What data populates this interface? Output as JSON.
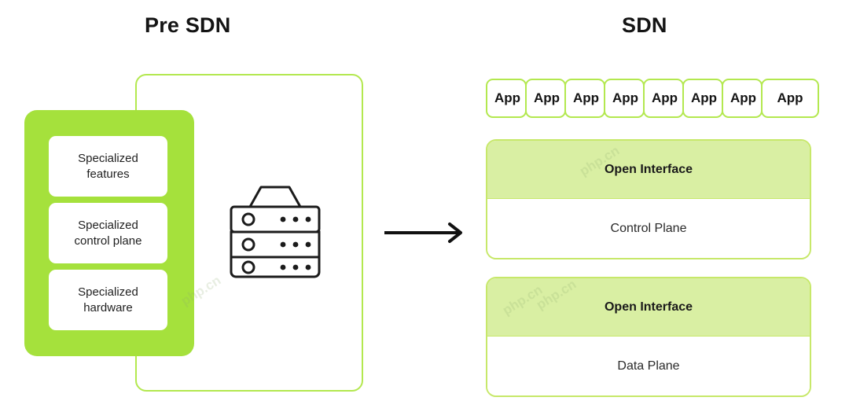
{
  "diagram": {
    "left": {
      "title": "Pre SDN",
      "legacy_stack": {
        "cards": [
          {
            "label": "Specialized\nfeatures"
          },
          {
            "label": "Specialized\ncontrol plane"
          },
          {
            "label": "Specialized\nhardware"
          }
        ]
      },
      "device_icon": "server-rack-icon"
    },
    "arrow": {
      "icon": "arrow-right-icon"
    },
    "right": {
      "title": "SDN",
      "app_row": {
        "cards": [
          {
            "label": "App"
          },
          {
            "label": "App"
          },
          {
            "label": "App"
          },
          {
            "label": "App"
          },
          {
            "label": "App"
          },
          {
            "label": "App"
          },
          {
            "label": "App"
          },
          {
            "label": "App"
          }
        ]
      },
      "panels": [
        {
          "header": "Open Interface",
          "body": "Control Plane"
        },
        {
          "header": "Open Interface",
          "body": "Data Plane"
        }
      ]
    },
    "watermarks": [
      {
        "text": "php.cn"
      },
      {
        "text": "php.cn"
      },
      {
        "text": "php.cn"
      },
      {
        "text": "php.cn"
      }
    ],
    "colors": {
      "brand_green": "#a5e13c",
      "outline_green": "#b3e84f",
      "header_green": "#d9efa3",
      "panel_border": "#c7e86a",
      "text_dark": "#141414",
      "background": "#ffffff"
    }
  }
}
